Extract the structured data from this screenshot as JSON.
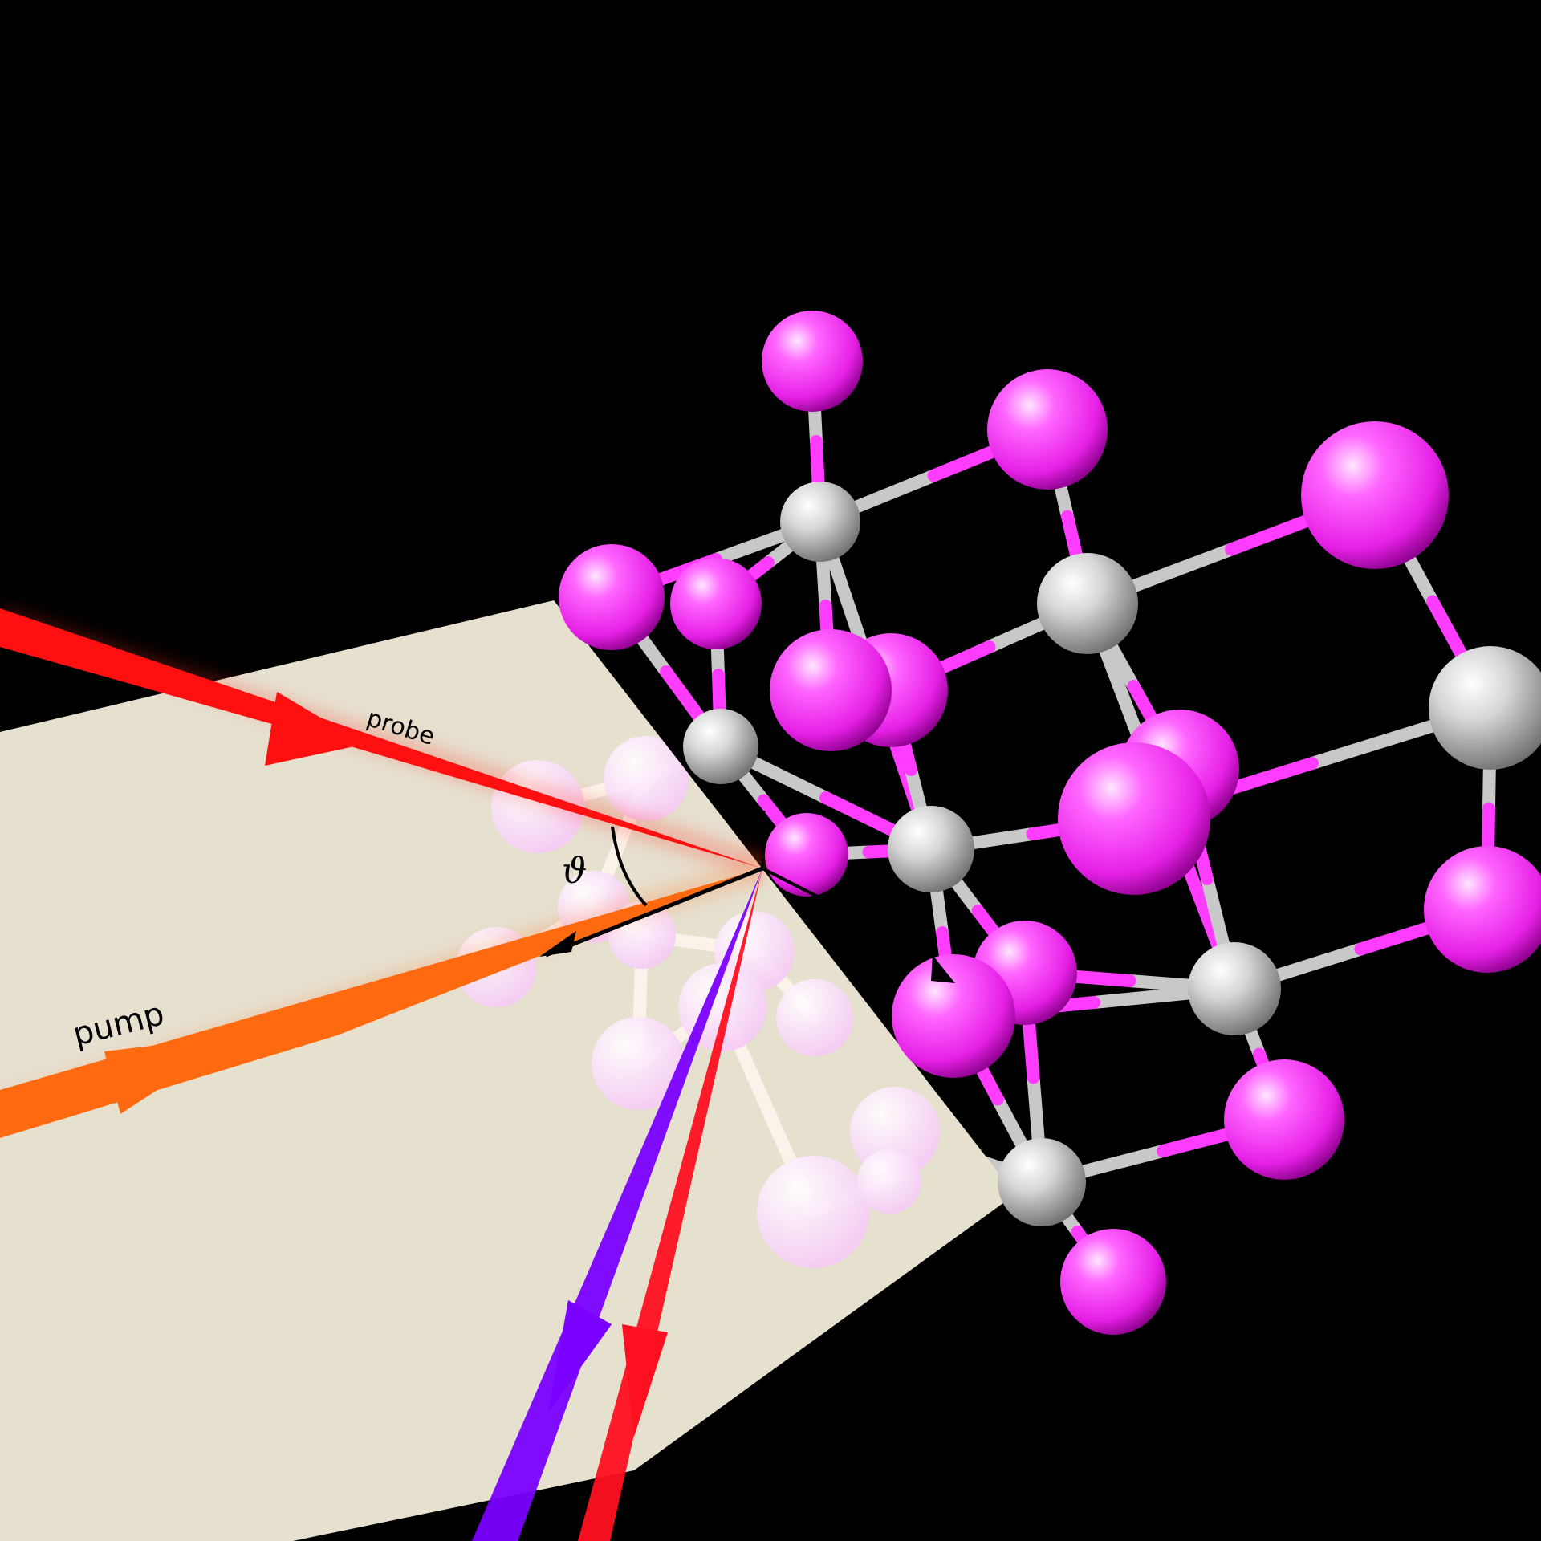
{
  "labels": {
    "probe": "probe",
    "pump": "pump",
    "angle": "ϑ"
  },
  "colors": {
    "background": "#000000",
    "plane": "#e6e0cf",
    "probe_beam": "#ff1010",
    "pump_beam": "#ff6a10",
    "reflected_violet": "#7a00ff",
    "reflected_red": "#ff1020",
    "atom_magenta": "#ff3cff",
    "atom_gray": "#bdbdbd",
    "annotation": "#000000"
  }
}
